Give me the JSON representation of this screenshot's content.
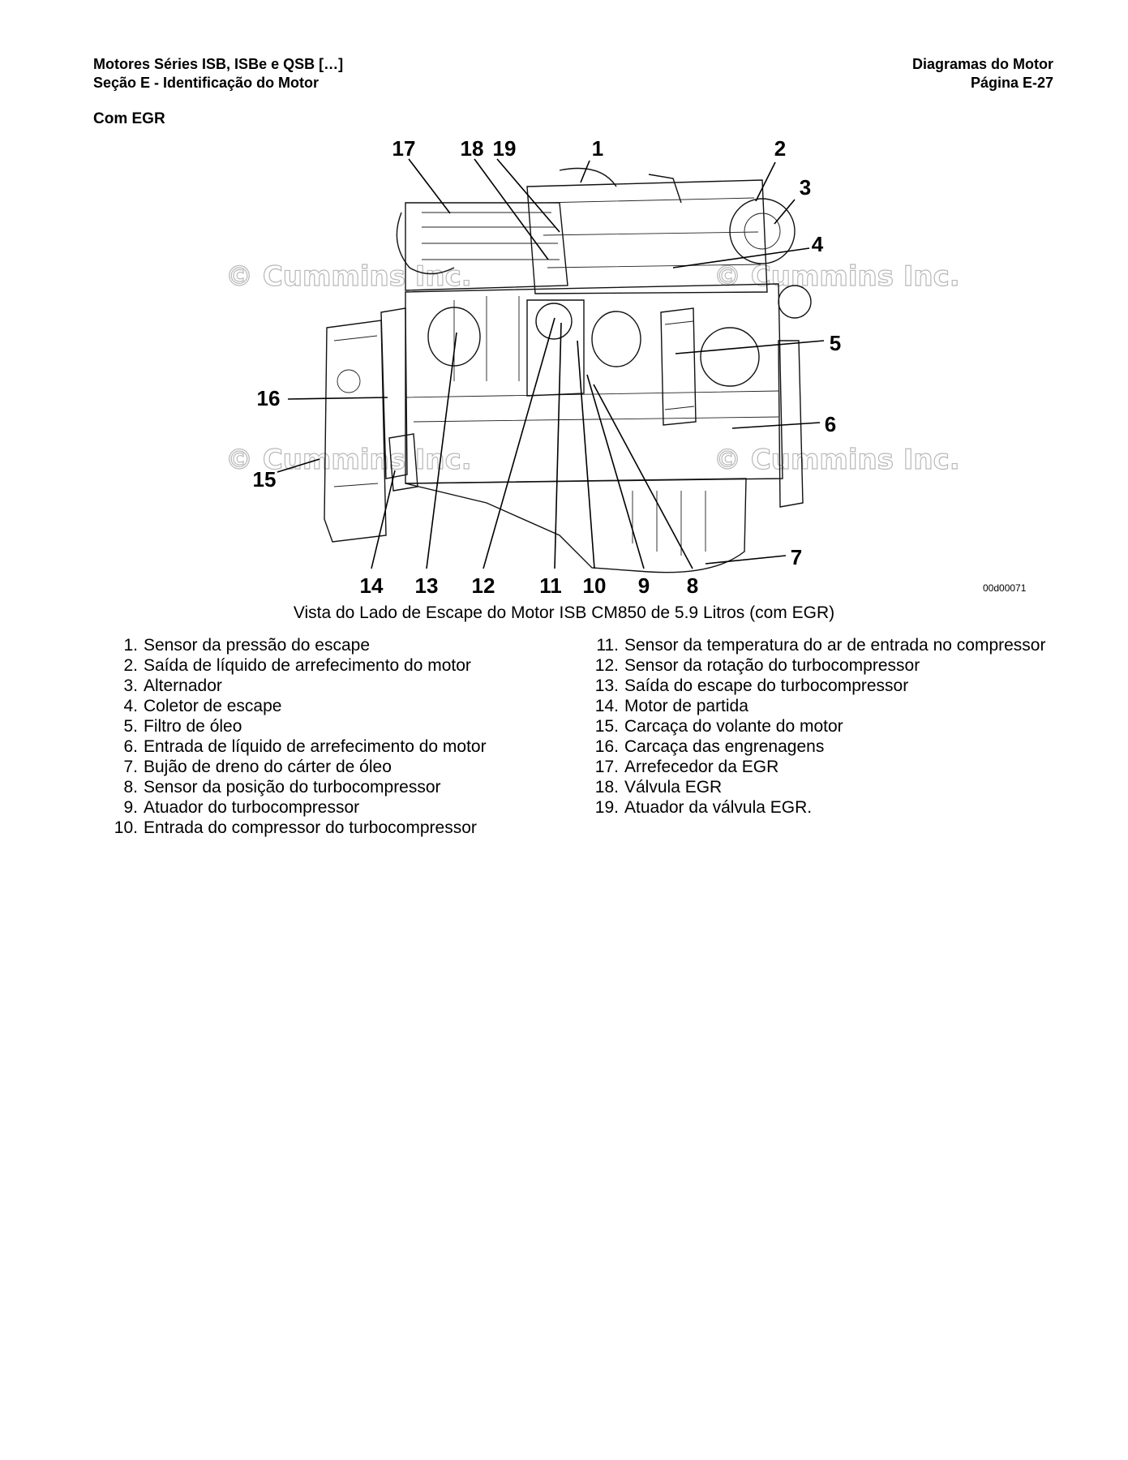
{
  "header": {
    "left_line1": "Motores Séries ISB, ISBe e QSB […]",
    "left_line2": "Seção E - Identificação do Motor",
    "right_line1": "Diagramas do Motor",
    "right_line2": "Página E-27"
  },
  "section_title": "Com EGR",
  "figure": {
    "watermark": "© Cummins Inc.",
    "figure_id": "00d00071",
    "callouts": {
      "c1": "1",
      "c2": "2",
      "c3": "3",
      "c4": "4",
      "c5": "5",
      "c6": "6",
      "c7": "7",
      "c8": "8",
      "c9": "9",
      "c10": "10",
      "c11": "11",
      "c12": "12",
      "c13": "13",
      "c14": "14",
      "c15": "15",
      "c16": "16",
      "c17": "17",
      "c18": "18",
      "c19": "19"
    }
  },
  "caption": "Vista do Lado de Escape do Motor ISB CM850 de 5.9 Litros (com EGR)",
  "legend": {
    "col1": [
      {
        "num": "1.",
        "text": "Sensor da pressão do escape"
      },
      {
        "num": "2.",
        "text": "Saída de líquido de arrefecimento do motor"
      },
      {
        "num": "3.",
        "text": "Alternador"
      },
      {
        "num": "4.",
        "text": "Coletor de escape"
      },
      {
        "num": "5.",
        "text": "Filtro de óleo"
      },
      {
        "num": "6.",
        "text": "Entrada de líquido de arrefecimento do motor"
      },
      {
        "num": "7.",
        "text": "Bujão de dreno do cárter de óleo"
      },
      {
        "num": "8.",
        "text": "Sensor da posição do turbocompressor"
      },
      {
        "num": "9.",
        "text": "Atuador do turbocompressor"
      },
      {
        "num": "10.",
        "text": "Entrada do compressor do turbocompressor"
      }
    ],
    "col2": [
      {
        "num": "11.",
        "text": "Sensor da temperatura do ar de entrada no compressor"
      },
      {
        "num": "12.",
        "text": "Sensor da rotação do turbocompressor"
      },
      {
        "num": "13.",
        "text": "Saída do escape do turbocompressor"
      },
      {
        "num": "14.",
        "text": "Motor de partida"
      },
      {
        "num": "15.",
        "text": "Carcaça do volante do motor"
      },
      {
        "num": "16.",
        "text": "Carcaça das engrenagens"
      },
      {
        "num": "17.",
        "text": "Arrefecedor da EGR"
      },
      {
        "num": "18.",
        "text": "Válvula EGR"
      },
      {
        "num": "19.",
        "text": "Atuador da válvula EGR."
      }
    ]
  }
}
